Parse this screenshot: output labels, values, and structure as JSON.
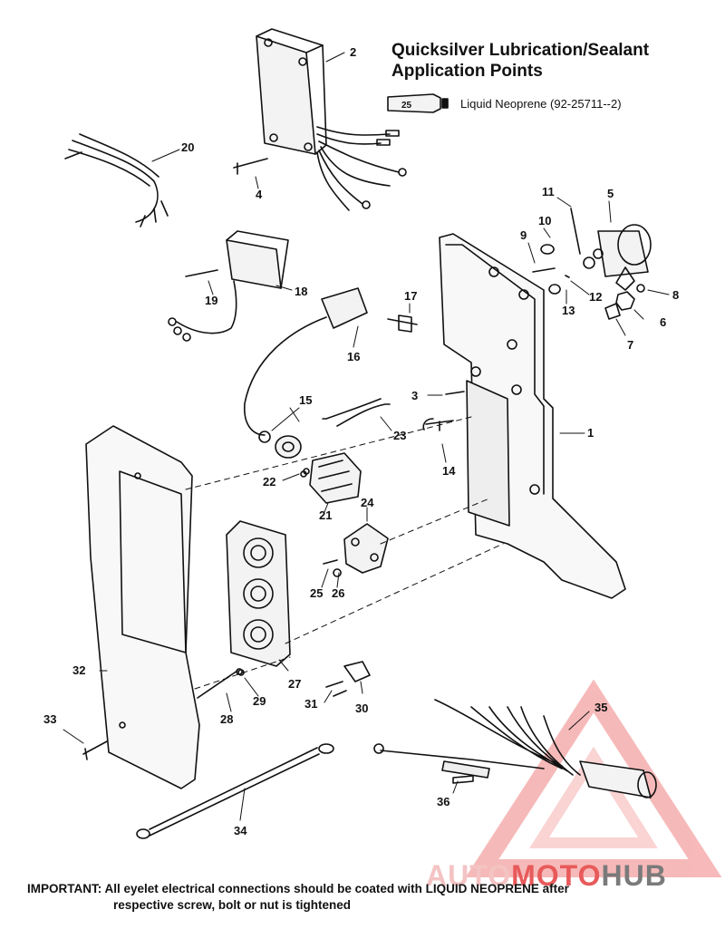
{
  "header": {
    "title": "Quicksilver Lubrication/Sealant\nApplication Points",
    "legend_code": "25",
    "legend_text": "Liquid Neoprene (92-25711--2)"
  },
  "callouts": [
    "1",
    "2",
    "3",
    "4",
    "5",
    "6",
    "7",
    "8",
    "9",
    "10",
    "11",
    "12",
    "13",
    "14",
    "15",
    "16",
    "17",
    "18",
    "19",
    "20",
    "21",
    "22",
    "23",
    "24",
    "25",
    "26",
    "27",
    "28",
    "29",
    "30",
    "31",
    "32",
    "33",
    "34",
    "35",
    "36"
  ],
  "note": {
    "line1": "IMPORTANT: All eyelet electrical connections should be coated with LIQUID NEOPRENE after",
    "line2": "respective screw, bolt or nut is tightened"
  },
  "watermark": {
    "part1": "AUTO",
    "part2": "MOTO",
    "part3": "HUB"
  }
}
